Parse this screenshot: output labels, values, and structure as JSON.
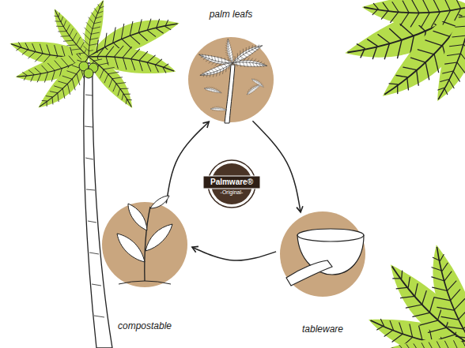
{
  "diagram": {
    "nodes": [
      {
        "text": [
          "palm leafs"
        ]
      },
      {
        "text": [
          "Palmware®",
          "-Original-"
        ]
      },
      {
        "text": [
          "compostable"
        ]
      },
      {
        "text": [
          "tableware"
        ]
      }
    ],
    "edges": [
      {
        "from": 0,
        "to": 3,
        "arrow": "to"
      },
      {
        "from": 3,
        "to": 2,
        "arrow": "to"
      },
      {
        "from": 2,
        "to": 0,
        "arrow": "to"
      }
    ]
  }
}
